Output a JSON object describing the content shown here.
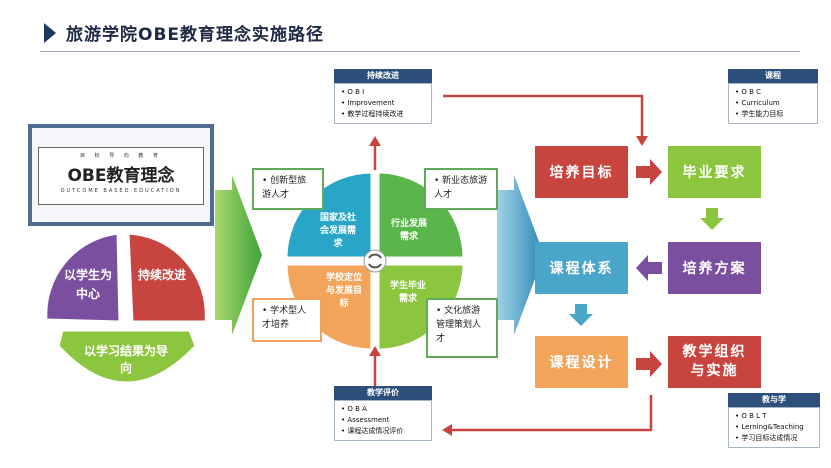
{
  "header": {
    "title": "旅游学院OBE教育理念实施路径"
  },
  "obe_card": {
    "small_text": "目 标 导 向 教 育",
    "main_text": "OBE教育理念",
    "english_text": "OUTCOME BASED EDUCATION"
  },
  "cycle": {
    "left": "以学生为中心",
    "right": "持续改进",
    "bottom": "以学习结果为导向"
  },
  "circle": {
    "top_left": "国家及社会发展需求",
    "top_right": "行业发展需求",
    "bottom_left": "学校定位与发展目标",
    "bottom_right": "学生毕业需求"
  },
  "talent_boxes": {
    "top_left": "• 创新型旅游人才",
    "top_right": "• 新业态旅游人才",
    "bottom_left": "• 学术型人才培养",
    "bottom_right": "• 文化旅游管理策划人才"
  },
  "callouts": {
    "obi": {
      "head": "持续改进",
      "line1": "• O B I",
      "line2": "• Improvement",
      "line3": "• 教学过程持续改进"
    },
    "oba": {
      "head": "教学评价",
      "line1": "• O B A",
      "line2": "• Assessment",
      "line3": "• 课程达成情况评价"
    },
    "obc": {
      "head": "课程",
      "line1": "• O B C",
      "line2": "• Curriculum",
      "line3": "• 学生能力目标"
    },
    "oblt": {
      "head": "教与学",
      "line1": "• O B L T",
      "line2": "• Lerning&Teaching",
      "line3": "• 学习目标达成情况"
    }
  },
  "flow": {
    "pyml": "培养目标",
    "byyq": "毕业要求",
    "kctx": "课程体系",
    "pyfa": "培养方案",
    "kcsj": "课程设计",
    "jxzz": "教学组织与实施"
  },
  "colors": {
    "red": "#c8453f",
    "green": "#8cc63e",
    "blue": "#4aa6c9",
    "purple": "#7a4fa0",
    "orange": "#f3a45b",
    "navy": "#2c4f7c"
  }
}
